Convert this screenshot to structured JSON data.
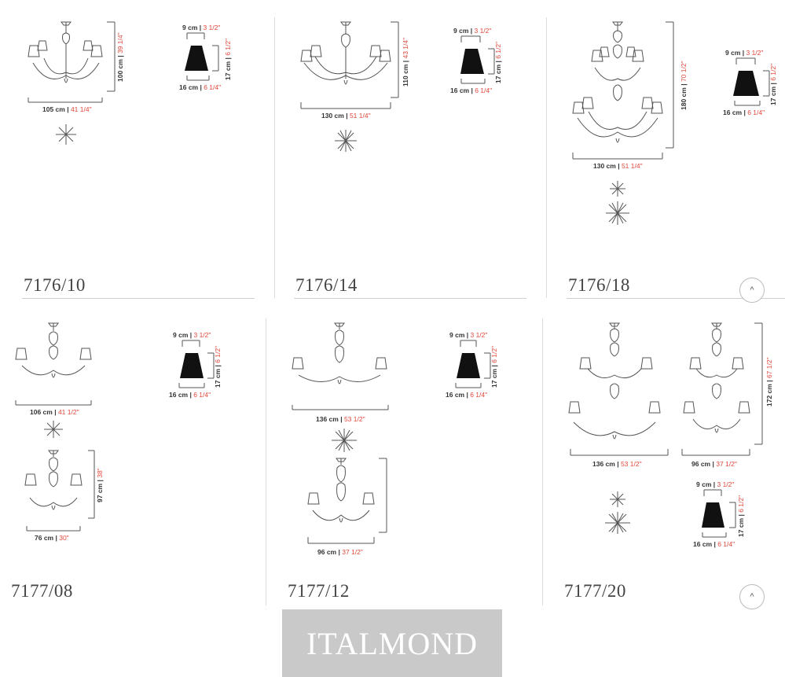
{
  "brand": {
    "name": "ITALMOND"
  },
  "shade": {
    "top": "9 cm",
    "top_in": "3 1/2\"",
    "bottom": "16 cm",
    "bottom_in": "6 1/4\"",
    "height": "17 cm",
    "height_in": "6 1/2\""
  },
  "models": [
    {
      "code": "7176/10",
      "width": "105 cm",
      "width_in": "41 1/4\"",
      "height": "100 cm",
      "height_in": "39 1/4\""
    },
    {
      "code": "7176/14",
      "width": "130 cm",
      "width_in": "51 1/4\"",
      "height": "110 cm",
      "height_in": "43 1/4\""
    },
    {
      "code": "7176/18",
      "width": "130 cm",
      "width_in": "51 1/4\"",
      "height": "180 cm",
      "height_in": "70 1/2\""
    },
    {
      "code": "7177/08",
      "width": "106 cm",
      "width_in": "41 1/2\"",
      "width2": "76 cm",
      "width2_in": "30\"",
      "height2": "97 cm",
      "height2_in": "38\""
    },
    {
      "code": "7177/12",
      "width": "136 cm",
      "width_in": "53 1/2\"",
      "width2": "96 cm",
      "width2_in": "37 1/2\""
    },
    {
      "code": "7177/20",
      "width": "136 cm",
      "width_in": "53 1/2\"",
      "width2": "96 cm",
      "width2_in": "37 1/2\"",
      "height2": "172 cm",
      "height2_in": "67 1/2\""
    }
  ],
  "colors": {
    "accent": "#e0473b",
    "text": "#333333",
    "brand_bg": "#c9c9c9"
  },
  "icons": {
    "scroll_up": "chevron-up-icon"
  }
}
